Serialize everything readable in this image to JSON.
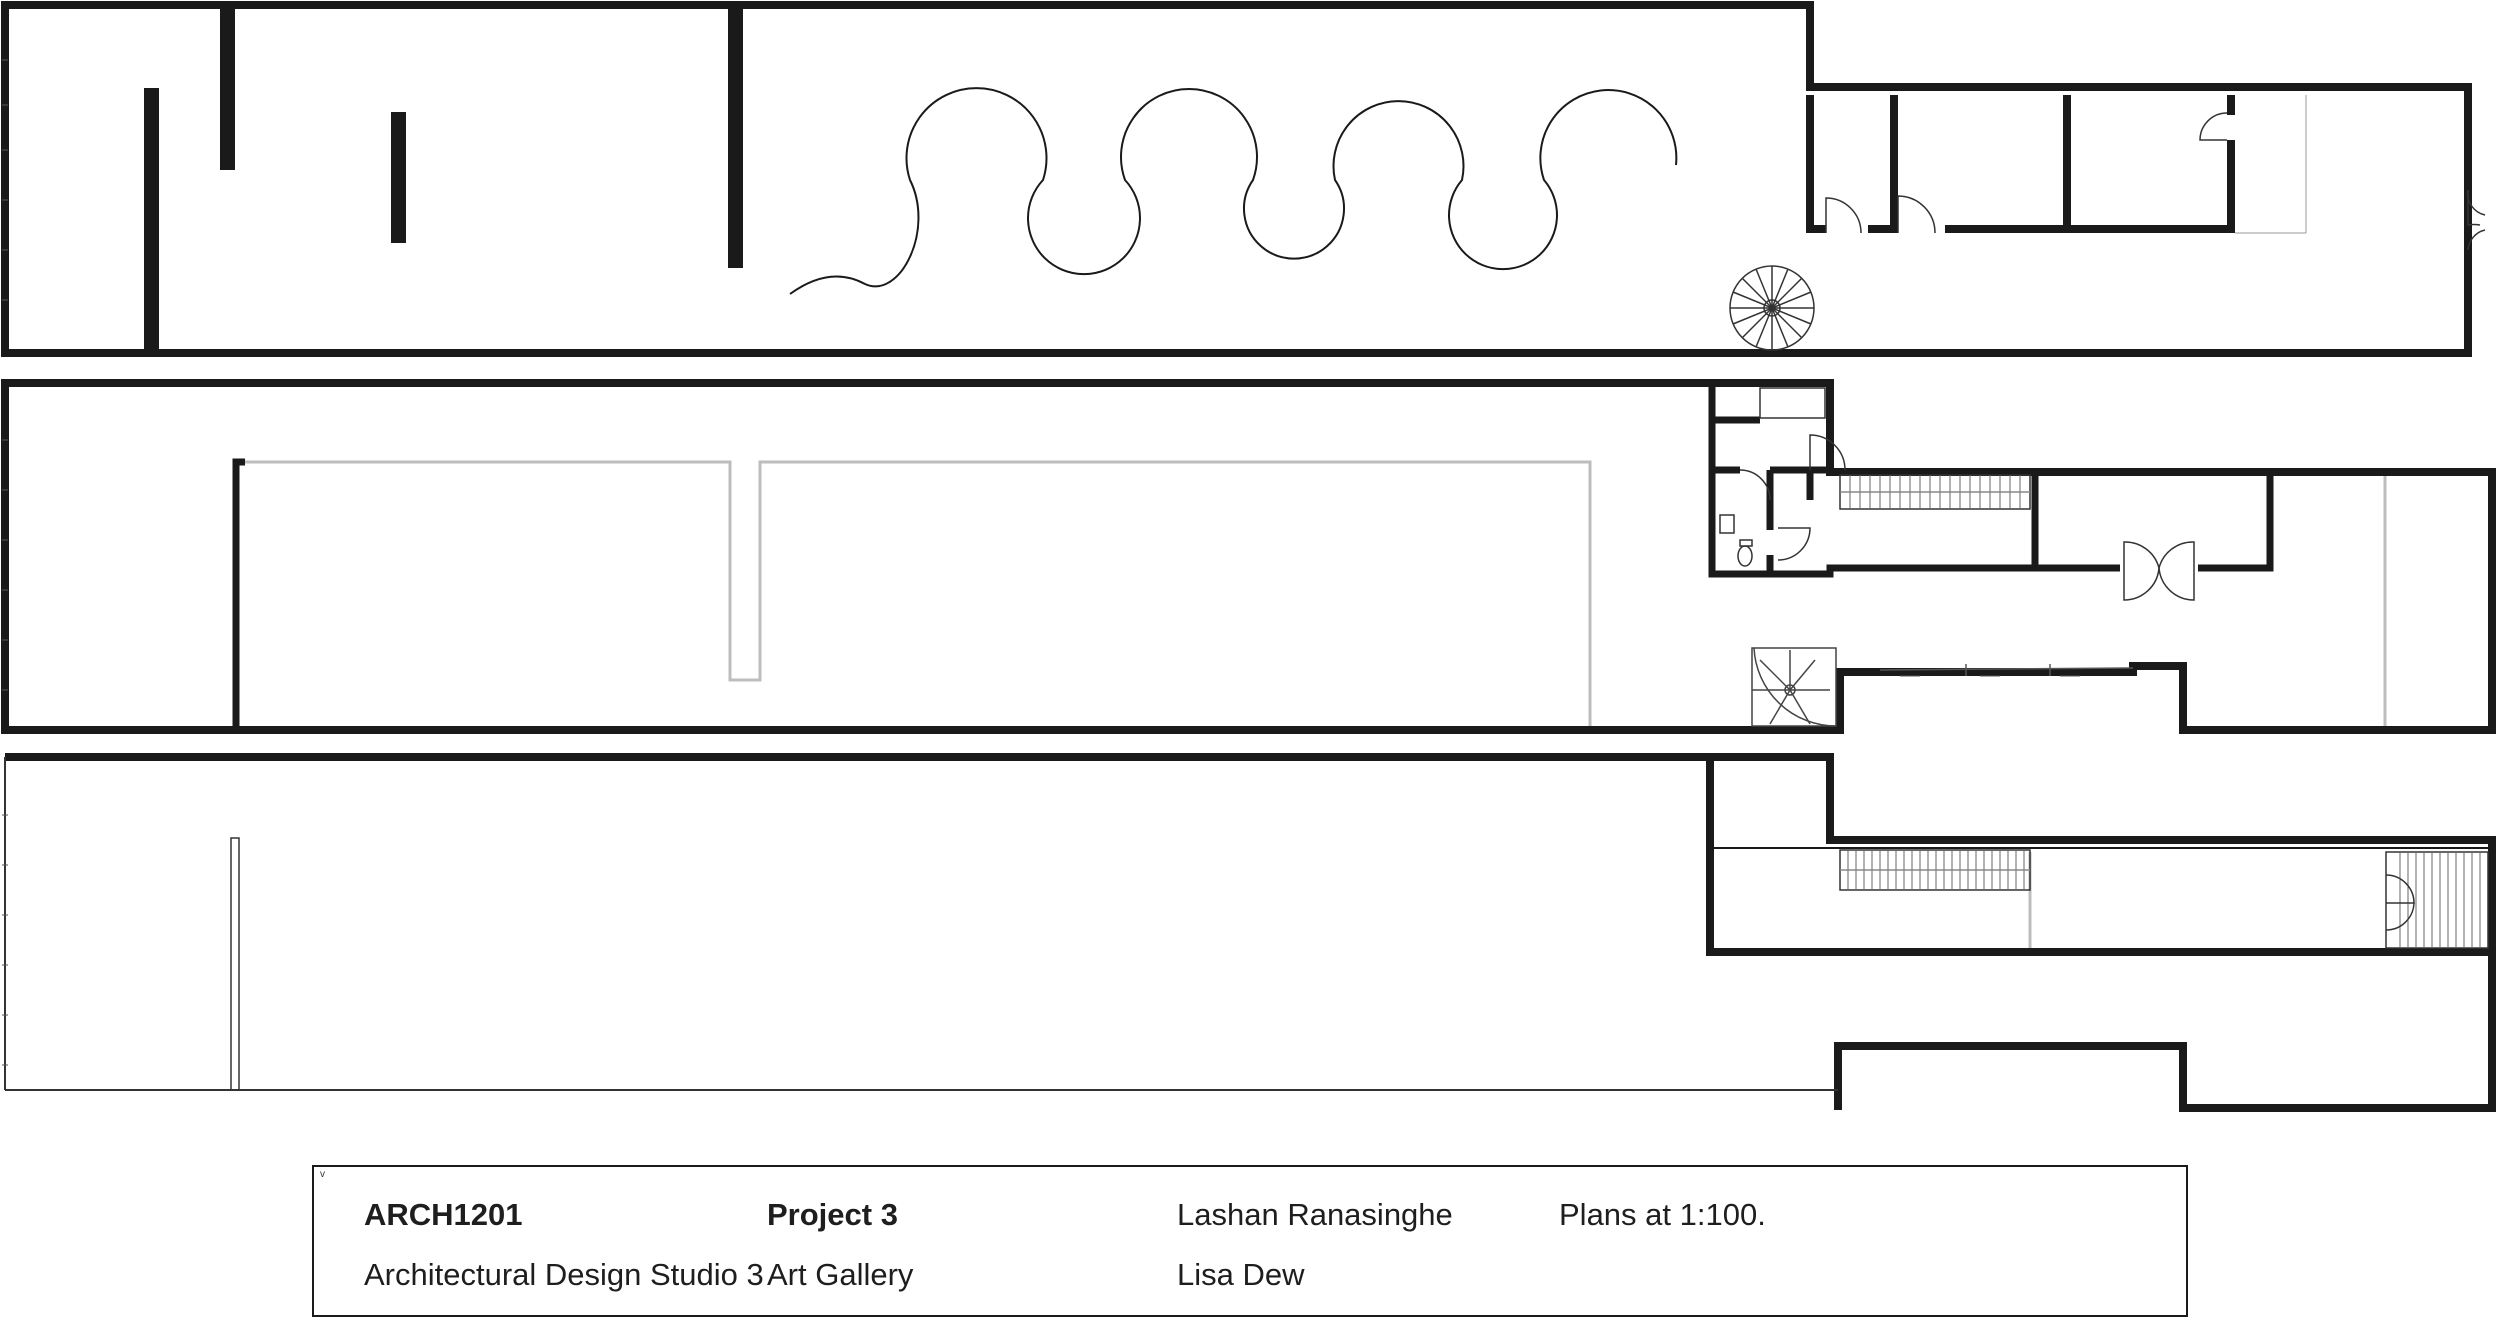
{
  "title_block": {
    "course_code": "ARCH1201",
    "course_name": "Architectural Design Studio 3",
    "project_number": "Project 3",
    "project_name": "Art Gallery",
    "student_name": "Lashan Ranasinghe",
    "tutor_name": "Lisa Dew",
    "scale_note": "Plans at 1:100.",
    "corner_mark": "v"
  },
  "plans": [
    {
      "level": "upper",
      "features": [
        "serpentine-wall",
        "spiral-stair",
        "offices",
        "entry-doors"
      ]
    },
    {
      "level": "middle",
      "features": [
        "gallery-partition",
        "toilets",
        "stair",
        "double-door",
        "spiral-stair",
        "glazing"
      ]
    },
    {
      "level": "lower",
      "features": [
        "stair",
        "entry-stair",
        "column"
      ]
    }
  ],
  "colors": {
    "wall": "#1a1a1a",
    "partition": "#bdbdbd",
    "thin_line": "#333333"
  }
}
